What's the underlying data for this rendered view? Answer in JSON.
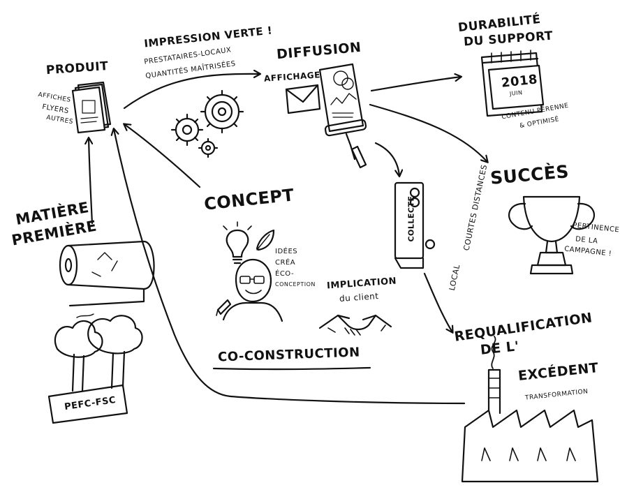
{
  "nodes": {
    "produit": {
      "title": "PRODUIT",
      "items": [
        "AFFICHES",
        "FLYERS",
        "AUTRES"
      ]
    },
    "impression": {
      "title": "IMPRESSION VERTE !",
      "line1": "PRESTATAIRES-LOCAUX",
      "line2": "QUANTITÉS MAÎTRISÉES"
    },
    "diffusion": {
      "title": "DIFFUSION",
      "sub": "AFFICHAGE"
    },
    "durabilite": {
      "title1": "DURABILITÉ",
      "title2": "DU SUPPORT",
      "calendar_year": "2018",
      "calendar_month": "JUIN",
      "note1": "CONTENU PÉRENNE",
      "note2": "& OPTIMISÉ"
    },
    "succes": {
      "title": "SUCCÈS",
      "note1": "PERTINENCE",
      "note2": "DE LA",
      "note3": "CAMPAGNE !"
    },
    "concept": {
      "title": "CONCEPT",
      "ideas": [
        "IDÉES",
        "CRÉA",
        "ÉCO-",
        "CONCEPTION"
      ],
      "implication1": "IMPLICATION",
      "implication2": "du client",
      "coconstruction": "CO-CONSTRUCTION"
    },
    "matiere": {
      "title1": "MATIÈRE",
      "title2": "PREMIÈRE",
      "label": "PEFC-FSC"
    },
    "collecte": {
      "truck_label": "COLLECTE",
      "local": "LOCAL",
      "courtes": "COURTES DISTANCES"
    },
    "requalification": {
      "title1": "REQUALIFICATION",
      "title2": "DE L'",
      "title3": "EXCÉDENT",
      "sub": "TRANSFORMATION"
    }
  },
  "colors": {
    "ink": "#111111",
    "background": "#ffffff"
  }
}
